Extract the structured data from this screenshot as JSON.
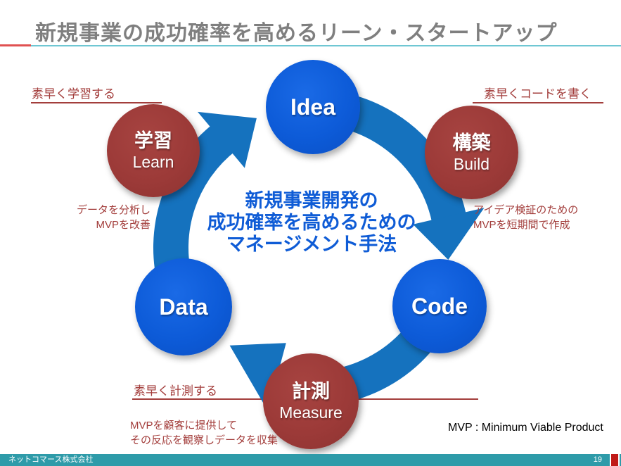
{
  "title": "新規事業の成功確率を高めるリーン・スタートアップ",
  "colors": {
    "title_gray": "#7F7F7F",
    "underline_red": "#E05151",
    "underline_teal": "#6FC7D3",
    "ring_blue": "#1572BE",
    "node_blue": "#0D5BD8",
    "node_red": "#9C3A38",
    "annotation_red": "#A33E3C",
    "center_text_blue": "#0F5CD6",
    "footer_teal": "#2E9BA9",
    "footer_red": "#C01A18"
  },
  "cycle": {
    "center_text": [
      "新規事業開発の",
      "成功確率を高めるための",
      "マネージメント手法"
    ],
    "nodes": [
      {
        "id": "idea",
        "type": "blue",
        "label": "Idea"
      },
      {
        "id": "build",
        "type": "red",
        "label_ja": "構築",
        "label_en": "Build"
      },
      {
        "id": "code",
        "type": "blue",
        "label": "Code"
      },
      {
        "id": "measure",
        "type": "red",
        "label_ja": "計測",
        "label_en": "Measure"
      },
      {
        "id": "data",
        "type": "blue",
        "label": "Data"
      },
      {
        "id": "learn",
        "type": "red",
        "label_ja": "学習",
        "label_en": "Learn"
      }
    ],
    "annotations": {
      "learn_fast": "素早く学習する",
      "code_fast": "素早くコードを書く",
      "measure_fast": "素早く計測する",
      "learn_note": [
        "データを分析し",
        "MVPを改善"
      ],
      "build_note": [
        "アイデア検証のための",
        "MVPを短期間で作成"
      ],
      "measure_note": [
        "MVPを顧客に提供して",
        "その反応を観察しデータを収集"
      ]
    },
    "mvp_definition": "MVP : Minimum Viable Product"
  },
  "footer": {
    "company": "ネットコマース株式会社",
    "page": "19"
  }
}
